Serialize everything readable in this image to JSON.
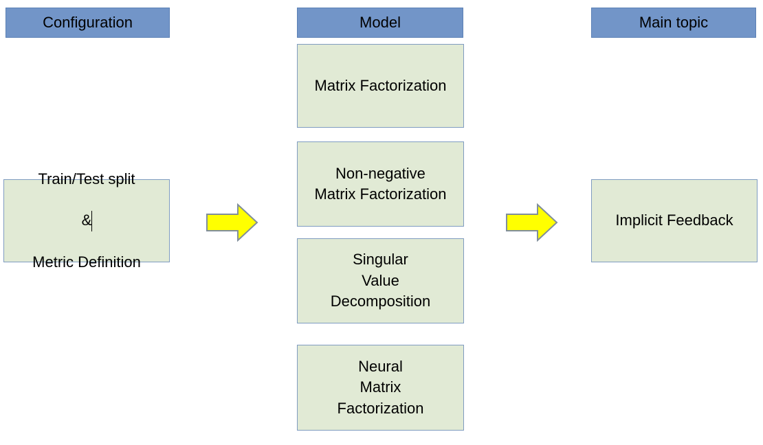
{
  "diagram": {
    "title": "Implicit Feedback recommender pipeline",
    "background_color": "#ffffff",
    "header_fill": "#7295c8",
    "header_stroke": "#5b80b5",
    "box_fill": "#e1ead5",
    "box_stroke": "#7e9bc0",
    "arrow_fill": "#ffff00",
    "arrow_stroke": "#808e9b",
    "text_color": "#000000"
  },
  "columns": [
    {
      "key": "configuration",
      "header": "Configuration"
    },
    {
      "key": "model",
      "header": "Model"
    },
    {
      "key": "main_topic",
      "header": "Main topic"
    }
  ],
  "configuration": {
    "box": {
      "line1": "Train/Test split",
      "line2": "&",
      "line3": "Metric Definition",
      "caret_after": "&",
      "editing": true
    }
  },
  "model": {
    "boxes": [
      {
        "label": "Matrix Factorization"
      },
      {
        "label": "Non-negative\nMatrix Factorization"
      },
      {
        "label": "Singular\nValue\nDecomposition"
      },
      {
        "label": "Neural\nMatrix\nFactorization"
      }
    ]
  },
  "main_topic": {
    "box": {
      "label": "Implicit Feedback"
    }
  },
  "arrows": [
    {
      "name": "arrow-configuration-to-model",
      "direction": "right"
    },
    {
      "name": "arrow-model-to-main-topic",
      "direction": "right"
    }
  ]
}
